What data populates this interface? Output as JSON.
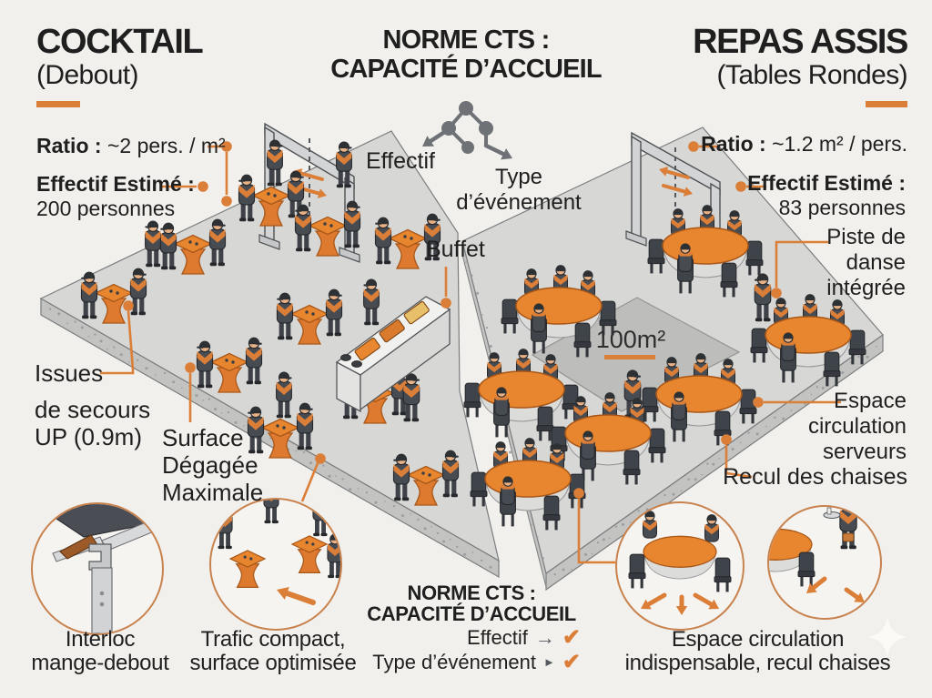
{
  "colors": {
    "accent": "#DB7E38",
    "table_orange": "#E8862F",
    "table_orange_dark": "#A85718",
    "figure_dark": "#474B52",
    "figure_cap": "#2E3134",
    "skin": "#E9B286",
    "floor_gray": "#D7D7D5",
    "floor_edge": "#C3C3C1",
    "dance_gray": "#BDBDBB",
    "background": "#F2F0EC",
    "text": "#1F1F1F",
    "glyph_gray": "#6E7175",
    "chair_gray": "#3F444B"
  },
  "header": {
    "left_title": "COCKTAIL",
    "left_subtitle": "(Debout)",
    "center_title_1": "NORME CTS :",
    "center_title_2": "CAPACITÉ D’ACCUEIL",
    "right_title": "REPAS ASSIS",
    "right_subtitle": "(Tables Rondes)"
  },
  "left_info": {
    "ratio_label": "Ratio :",
    "ratio_value": " ~2 pers. / m²",
    "headcount_label": "Effectif Estimé :",
    "headcount_value": "200 personnes",
    "exit_line_1": "Issues",
    "exit_line_2": "de secours",
    "exit_line_3": "UP (0.9m)",
    "surface_line_1": "Surface",
    "surface_line_2": "Dégagée",
    "surface_line_3": "Maximale"
  },
  "center_info": {
    "branch_left": "Effectif",
    "branch_right_1": "Type",
    "branch_right_2": "d’événement",
    "buffet": "Buffet",
    "dance_area": "100m²"
  },
  "right_info": {
    "ratio_label": "Ratio :",
    "ratio_value": " ~1.2 m² / pers.",
    "headcount_label": "Effectif Estimé :",
    "headcount_value": "83 personnes",
    "dance_line_1": "Piste de",
    "dance_line_2": "danse",
    "dance_line_3": "intégrée",
    "circulation_line_1": "Espace",
    "circulation_line_2": "circulation",
    "circulation_line_3": "serveurs",
    "chair_clearance": "Recul des chaises"
  },
  "footer": {
    "caption1_line_1": "Interloc",
    "caption1_line_2": "mange-debout",
    "caption2_line_1": "Trafic compact,",
    "caption2_line_2": "surface optimisée",
    "summary_title_1": "NORME CTS :",
    "summary_title_2": "CAPACITÉ D’ACCUEIL",
    "summary_item_1": "Effectif",
    "summary_item_2": "Type d’événement",
    "caption34_line_1": "Espace circulation",
    "caption34_line_2": "indispensable, recul chaises"
  },
  "icons": {
    "arrow_right": "→",
    "arrow_small": "►",
    "check": "✔"
  }
}
